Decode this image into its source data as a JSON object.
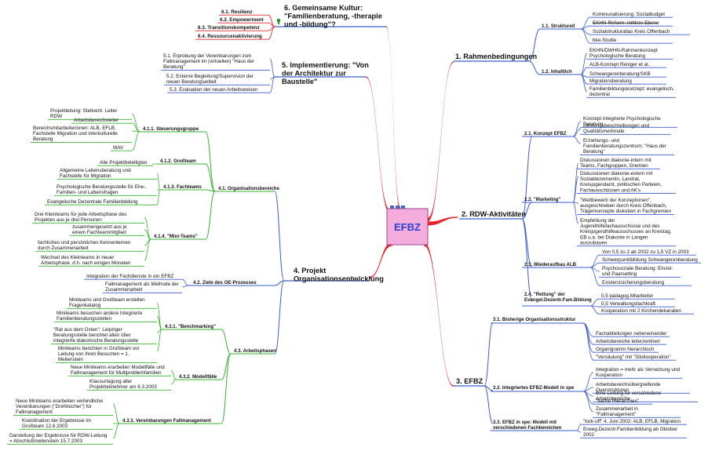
{
  "center": {
    "label": "EFBZ"
  },
  "colors": {
    "red": "#e6232a",
    "blue": "#3a5ecf",
    "green": "#35b42d",
    "center_fill": "#f2a8da",
    "center_text": "#2f3fd6",
    "highlight": "#ff0000"
  },
  "branches": {
    "b1": {
      "title": "1. Rahmenbedingungen",
      "s11": {
        "label": "1.1. Strukturell",
        "leaves": [
          "Kommunalisierung: Sozialbudget",
          "EKHN-Reform: mittlere Ebene",
          "Sozialstrukturatlas Kreis Offenbach",
          "bke-Studie"
        ]
      },
      "s12": {
        "label": "1.2. Inhaltlich",
        "leaves": [
          "EKHN/DWHN-Rahmenkonzept Psychologische Beratung",
          "ALB-Konzept Reniger et al.",
          "Schwangerenberatung/SKB",
          "Migrationsberatung",
          "Familienbildungskonzept: evangelisch, dezentral"
        ]
      }
    },
    "b2": {
      "title": "2. RDW-Aktivitäten",
      "s21": {
        "label": "2.1. Konzept EFBZ",
        "leaves": [
          "Konzept Integrierte Psychologische Beratung",
          "Leistungsbeschreibungen und Qualitätsmerkmale",
          "Erziehungs- und Familienberatungszentrum; \"Haus der Beratung\""
        ]
      },
      "s22": {
        "label": "2.2. \"Marketing\"",
        "leaves": [
          "Diskussionen diakonie-intern mit Teams, Fachgruppen, Gremien",
          "Diskussionen diakonie-extern mit Sozialdezernentin, Landrat, Kreisjugendamt, politischen Parteien, Fachausschüssen und AK's",
          "\"Wettbewerb der Konzeptionen\", ausgeschrieben durch Kreis Offenbach, Trägerkonzepte diskutiert in Fachgremien",
          "Empfehlung der Jugendhilfefachausschüsse und des Kreisjugendhilfeausschusses an Kreistag, EB u.a. bei Diakonie in Langen auszubauen"
        ]
      },
      "s23": {
        "label": "2.3. Wiederaufbau ALB",
        "leaves": [
          "Von 0,5 zu 2 ab 2002 zu 1,5 VZ in 2003",
          "Schwerpunktbildung Schwangerenberatung",
          "Psychosoziale Beratung: Einzel- und Paarsetting",
          "Existenzsicherungsberatung"
        ]
      },
      "s24": {
        "label": "2.4. \"Rettung\" der Evangel.Dezentr.Fam.Bildung",
        "leaves": [
          "0,5 pädagog.Mitarbeiter",
          "0,5 Verwaltungsfachkraft",
          "Kooperation mit 2 Kirchendekanaten"
        ]
      }
    },
    "b3": {
      "title": "3. EFBZ",
      "s31": {
        "label": "3.1. Bisherige Organisationsstruktur",
        "leaves": [
          "Fachabteilungen nebeneinander",
          "Arbeitsbereiche leiterzentriert",
          "Organigramm hierarchisch",
          "\"Versäulung\" mit \"Silokooperation\""
        ]
      },
      "s32": {
        "label": "3.2. Integriertes EFBZ-Modell in spe",
        "leaves": [
          "Integration = mehr als Vernetzung und Kooperation",
          "Arbeitsbereichsübergreifende Querstrukturen",
          "Eine Leitung für verschiedene Arbeitsbereiche",
          "\"flache Hierarchien\"",
          "Zusammenarbeit in \"Fallmanagement\""
        ]
      },
      "s33": {
        "label": "3.3. EFBZ in spe: Modell mit verschiedenen Fachbereichen",
        "leaves": [
          "\"kick-off\" 4. Juni 2002: ALB, EFLB, Migration",
          "Erweg.Dezentr.Familienbildung ab Oktober 2002"
        ]
      }
    },
    "b4": {
      "title": "4. Projekt Organisationsentwicklung",
      "s41": {
        "label": "4.1. Organisationsbereiche",
        "s411": {
          "label": "4.1.1. Steuerungsgruppe",
          "leaves": [
            "Projektleitung: Stellvertr. Leiter RDW",
            "Arbeitsbereichsleiter",
            "Bereichsmitarbeiterinnen: ALB, EFLB, Fachstelle Migration und interkulturelle Beratung",
            "MAV"
          ]
        },
        "s412": {
          "label": "4.1.2. Großteam",
          "leaves": [
            "Alle Projektbeteiligten"
          ]
        },
        "s413": {
          "label": "4.1.3. Fachteams",
          "leaves": [
            "Allgemeine Lebensberatung und Fachstelle für Migration",
            "Psychologische Beratungsstelle für Ehe-, Familien- und Lebensfragen",
            "Evangelische Dezentrale Familienbildung"
          ]
        },
        "s414": {
          "label": "4.1.4. \"Mini-Teams\"",
          "leaves": [
            "Drei Kleinteams für jede Arbeitsphase des Projektes aus je drei Personen",
            "zusammengesetzt aus je einem Fachteammitglied",
            "fachliches und persönliches Kennenlernen durch Zusammenarbeit",
            "Wechsel des Kleinteams in neuer Arbeitsphase, d.h. nach einigen Monaten"
          ]
        }
      },
      "s42": {
        "label": "4.2. Ziele des OE-Prozesses",
        "leaves": [
          "Integration der Fachdienste in ein EFBZ",
          "Fallmanagement als Methode der Zusammenarbeit"
        ]
      },
      "s43": {
        "label": "4.3. Arbeitsphasen",
        "s431": {
          "label": "4.3.1. \"Benchmarking\"",
          "leaves": [
            "Miniteams und Großteam erstellen Fragenkatalog",
            "Miniteams besuchen andere Integrierte Familienberatungsstellen",
            "\"Rat aus dem Osten\": Leipziger Beratungsstelle berichtet allen über integrierte diakonische Beratungsstelle",
            "Miniteams berichten in Großteam vor Leitung von ihren Besuchen = 1. Meilenstein"
          ]
        },
        "s432": {
          "label": "4.3.2. Modellfälle",
          "leaves": [
            "Neue Miniteams erarbeiten Modellfälle und Fallmanagement für Multiproblemfamilien",
            "Klausurtagung aller Projektteilnehmer am 6.3.2003"
          ]
        },
        "s433": {
          "label": "4.3.3. Vereinbarungen Fallmanagement",
          "leaves": [
            "Neue Miniteams erarbeiten verbindliche Vereinbarungen (\"Drehbücher\") für Fallmanagement",
            "Koordination der Ergebnisse im Großteam 12.6.2003",
            "Darstellung der Ergebnisse für RDW-Leitung = Abschlußmeilenstein 15.7.2003"
          ]
        }
      }
    },
    "b5": {
      "title": "5. Implementierung: \"Von der Architektur zur Baustelle\"",
      "leaves": [
        "5.1. Erprobung der Vereinbarungen zum Fallmanagement im (virtuellen) \"Haus der Beratung\"",
        "5.2. Externe Begleitung/Supervision der neuen Beratungsarbeit",
        "5.3. Evaluation der neuen Arbeitsweisen"
      ]
    },
    "b6": {
      "title": "6. Gemeinsame Kultur: \"Familienberatung, -therapie und -bildung\"?",
      "leaves": [
        "6.1. Resilienz",
        "6.2. Empowerment",
        "6.3. Transitionskompetenz",
        "6.4. Ressourcenaktivierung"
      ]
    }
  }
}
